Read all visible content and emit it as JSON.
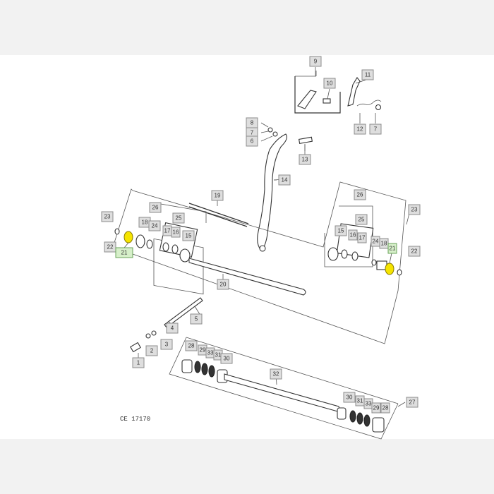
{
  "diagram": {
    "reference_code": "CE 17170",
    "highlight_color": "#f5e400",
    "callouts": [
      {
        "id": "c9",
        "label": "9"
      },
      {
        "id": "c10",
        "label": "10"
      },
      {
        "id": "c11",
        "label": "11"
      },
      {
        "id": "c12",
        "label": "12"
      },
      {
        "id": "c7a",
        "label": "7"
      },
      {
        "id": "c8",
        "label": "8"
      },
      {
        "id": "c7b",
        "label": "7"
      },
      {
        "id": "c6",
        "label": "6"
      },
      {
        "id": "c13",
        "label": "13"
      },
      {
        "id": "c14",
        "label": "14"
      },
      {
        "id": "c19",
        "label": "19"
      },
      {
        "id": "c26a",
        "label": "26"
      },
      {
        "id": "c25a",
        "label": "25"
      },
      {
        "id": "c23a",
        "label": "23"
      },
      {
        "id": "c18a",
        "label": "18"
      },
      {
        "id": "c24a",
        "label": "24"
      },
      {
        "id": "c17a",
        "label": "17"
      },
      {
        "id": "c16a",
        "label": "16"
      },
      {
        "id": "c15a",
        "label": "15"
      },
      {
        "id": "c22a",
        "label": "22"
      },
      {
        "id": "c21a",
        "label": "21"
      },
      {
        "id": "c20",
        "label": "20"
      },
      {
        "id": "c26b",
        "label": "26"
      },
      {
        "id": "c25b",
        "label": "25"
      },
      {
        "id": "c23b",
        "label": "23"
      },
      {
        "id": "c15b",
        "label": "15"
      },
      {
        "id": "c16b",
        "label": "16"
      },
      {
        "id": "c17b",
        "label": "17"
      },
      {
        "id": "c24b",
        "label": "24"
      },
      {
        "id": "c18b",
        "label": "18"
      },
      {
        "id": "c21b",
        "label": "21"
      },
      {
        "id": "c22b",
        "label": "22"
      },
      {
        "id": "c5",
        "label": "5"
      },
      {
        "id": "c4",
        "label": "4"
      },
      {
        "id": "c3",
        "label": "3"
      },
      {
        "id": "c2",
        "label": "2"
      },
      {
        "id": "c1",
        "label": "1"
      },
      {
        "id": "c28a",
        "label": "28"
      },
      {
        "id": "c29a",
        "label": "29"
      },
      {
        "id": "c33a",
        "label": "33"
      },
      {
        "id": "c31a",
        "label": "31"
      },
      {
        "id": "c30a",
        "label": "30"
      },
      {
        "id": "c32",
        "label": "32"
      },
      {
        "id": "c30b",
        "label": "30"
      },
      {
        "id": "c31b",
        "label": "31"
      },
      {
        "id": "c33b",
        "label": "33"
      },
      {
        "id": "c29b",
        "label": "29"
      },
      {
        "id": "c28b",
        "label": "28"
      },
      {
        "id": "c27",
        "label": "27"
      }
    ]
  }
}
